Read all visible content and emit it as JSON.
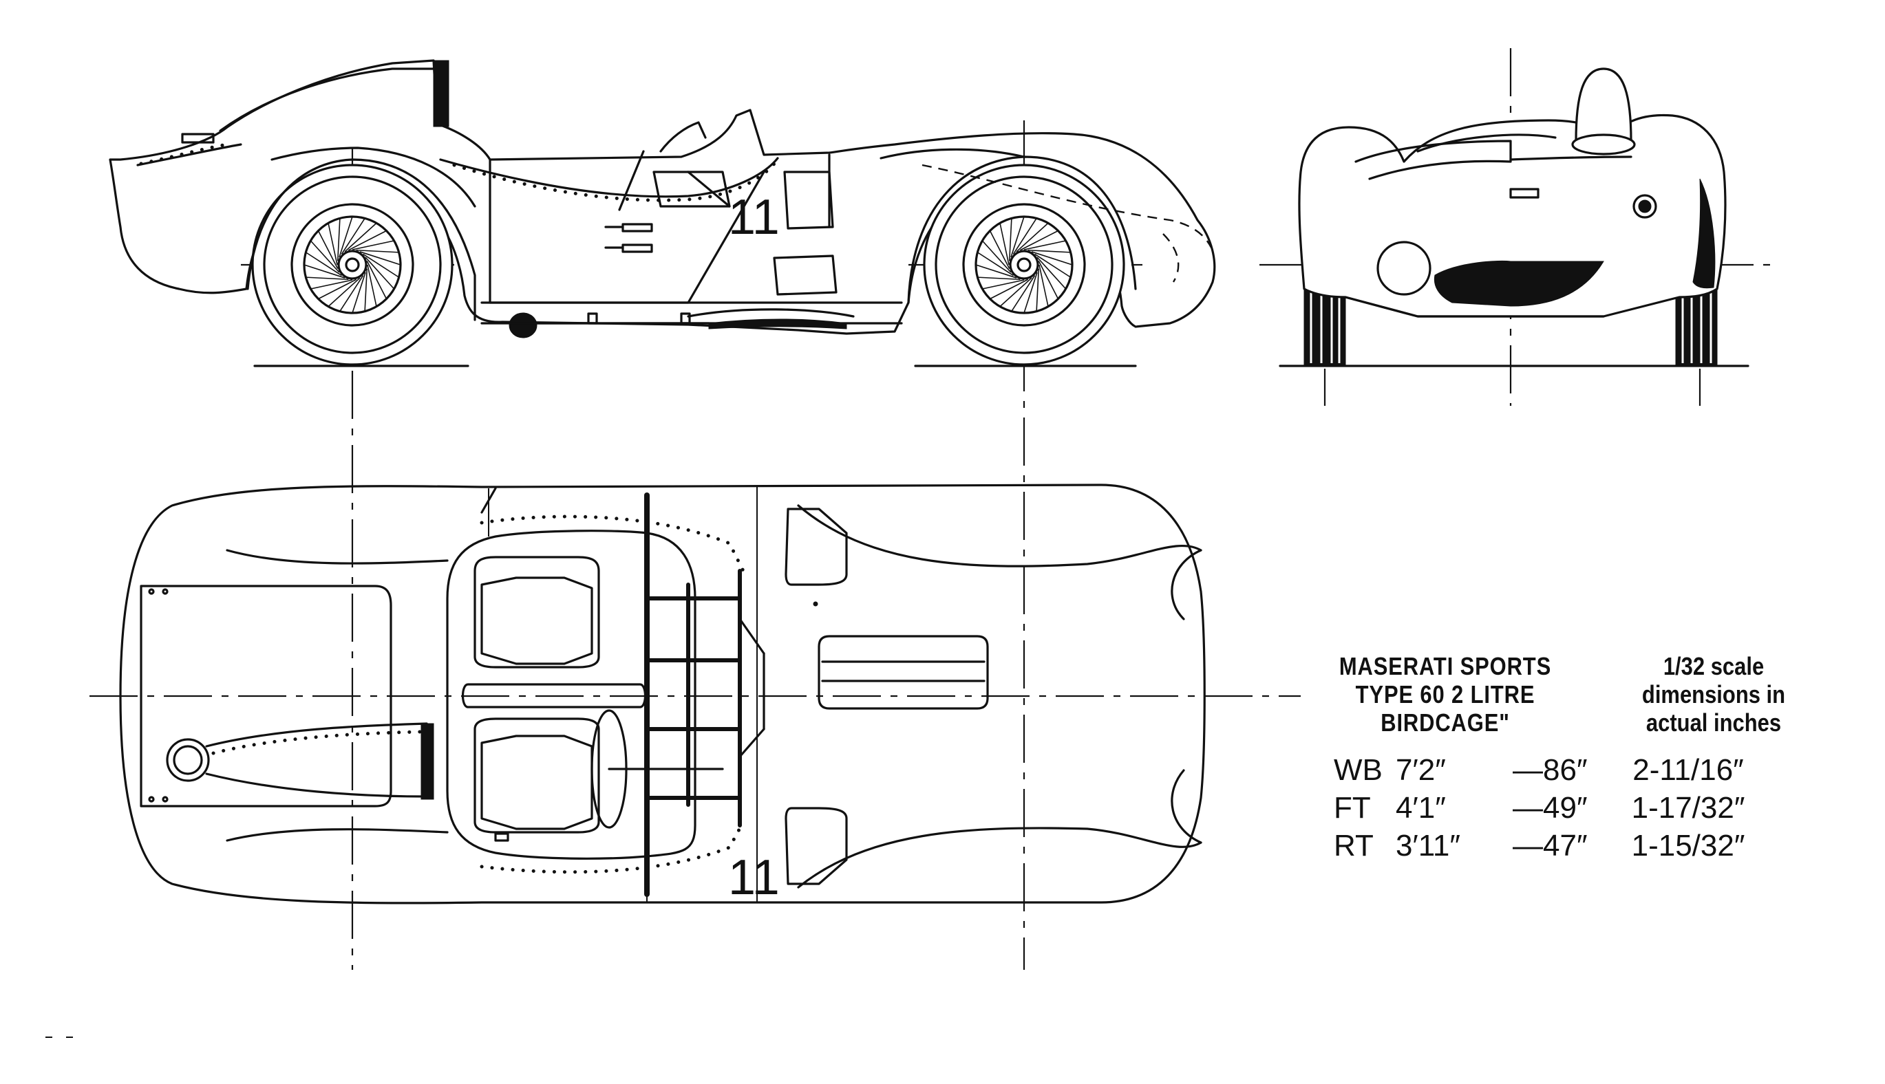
{
  "drawing": {
    "side_view_car_number": "11",
    "top_view_car_number": "11"
  },
  "info": {
    "title_lines": [
      "MASERATI SPORTS",
      "TYPE 60 2 LITRE",
      "BIRDCAGE\""
    ],
    "scale_lines": [
      "1/32 scale",
      "dimensions in",
      "actual inches"
    ],
    "rows": [
      {
        "code": "WB",
        "feet": "7′2″",
        "inches": "—86″",
        "actual": "2-11/16″"
      },
      {
        "code": "FT",
        "feet": "4′1″",
        "inches": "—49″",
        "actual": "1-17/32″"
      },
      {
        "code": "RT",
        "feet": "3′11″",
        "inches": "—47″",
        "actual": "1-15/32″"
      }
    ]
  }
}
